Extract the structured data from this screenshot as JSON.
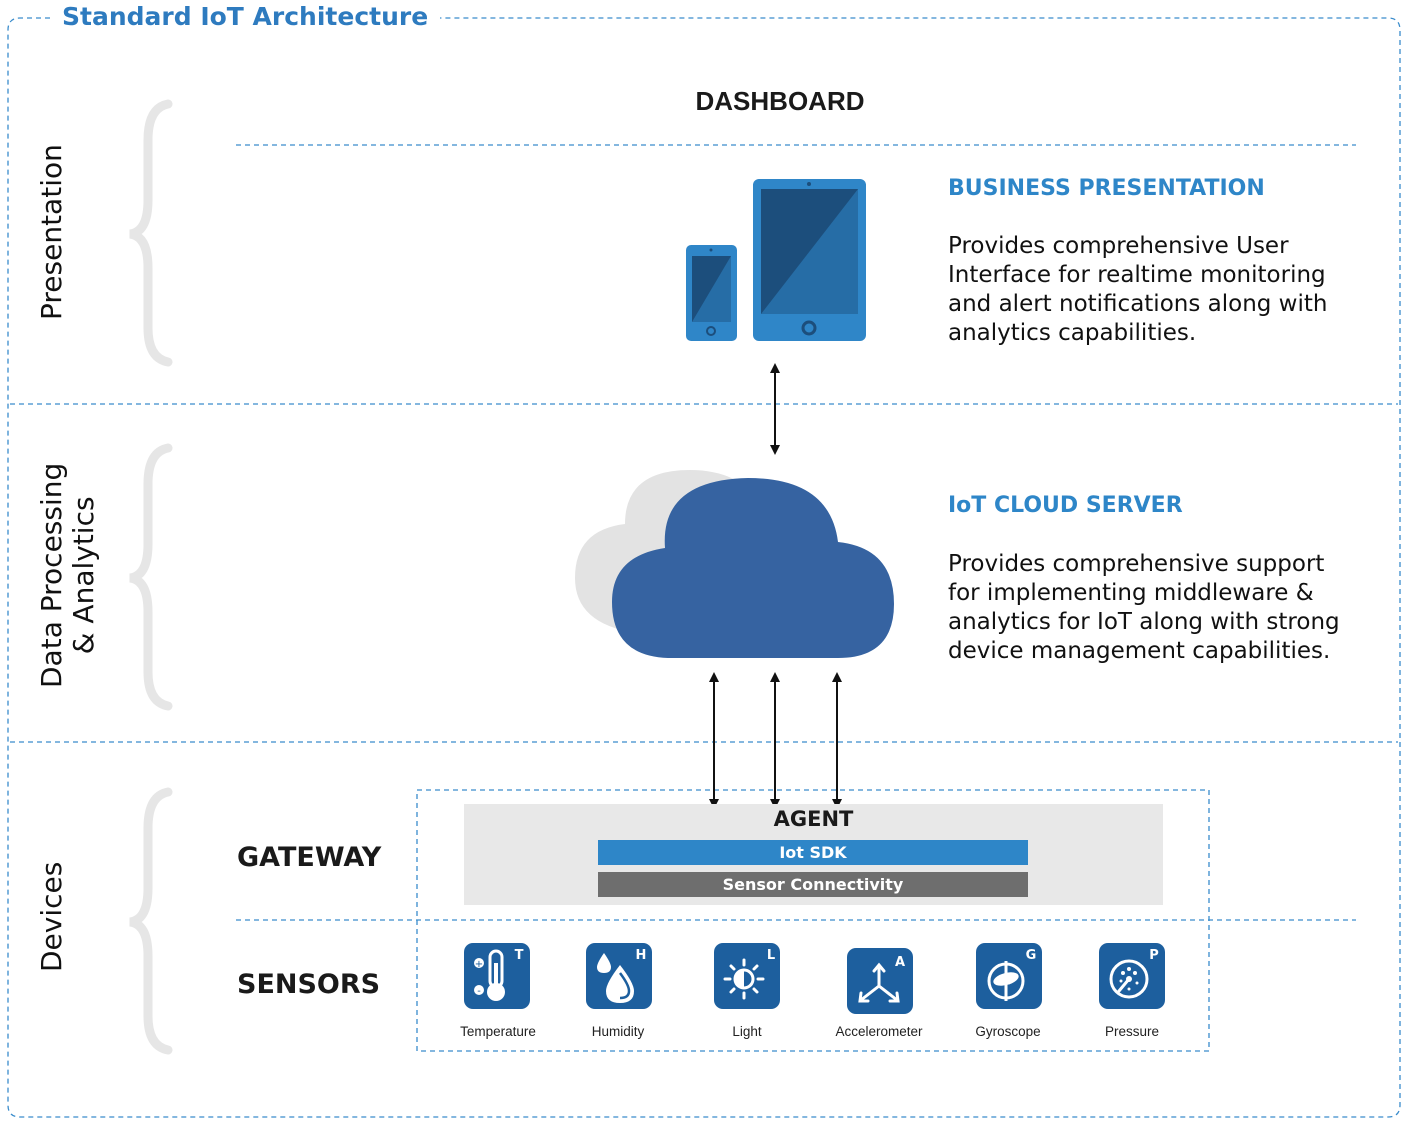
{
  "title": "Standard IoT Architecture",
  "layers": {
    "presentation": "Presentation",
    "data_processing_line1": "Data Processing",
    "data_processing_line2": "& Analytics",
    "devices": "Devices"
  },
  "dashboard": {
    "title": "DASHBOARD",
    "heading": "BUSINESS PRESENTATION",
    "desc_lines": [
      "Provides comprehensive User",
      "Interface for realtime monitoring",
      "and alert notifications along with",
      "analytics capabilities."
    ]
  },
  "cloud": {
    "heading": "IoT CLOUD SERVER",
    "desc_lines": [
      "Provides comprehensive support",
      "for implementing middleware &",
      "analytics for IoT along with strong",
      "device management capabilities."
    ]
  },
  "gateway": {
    "label": "GATEWAY",
    "agent": "AGENT",
    "sdk": "Iot SDK",
    "connectivity": "Sensor Connectivity"
  },
  "sensors": {
    "label": "SENSORS",
    "items": [
      {
        "name": "Temperature",
        "letter": "T",
        "icon": "thermometer-icon"
      },
      {
        "name": "Humidity",
        "letter": "H",
        "icon": "water-drop-icon"
      },
      {
        "name": "Light",
        "letter": "L",
        "icon": "sun-icon"
      },
      {
        "name": "Accelerometer",
        "letter": "A",
        "icon": "axes-arrows-icon"
      },
      {
        "name": "Gyroscope",
        "letter": "G",
        "icon": "gyroscope-icon"
      },
      {
        "name": "Pressure",
        "letter": "P",
        "icon": "pressure-gauge-icon"
      }
    ]
  },
  "colors": {
    "accent": "#2e86c8",
    "title": "#2e7bbf",
    "cloud_front": "#3663a1",
    "cloud_back": "#e3e3e3",
    "icon_bg": "#1d5f9e",
    "device": "#2f86c8",
    "device_screen": "#1c4e7c",
    "connectivity_bar": "#6e6e6e"
  }
}
